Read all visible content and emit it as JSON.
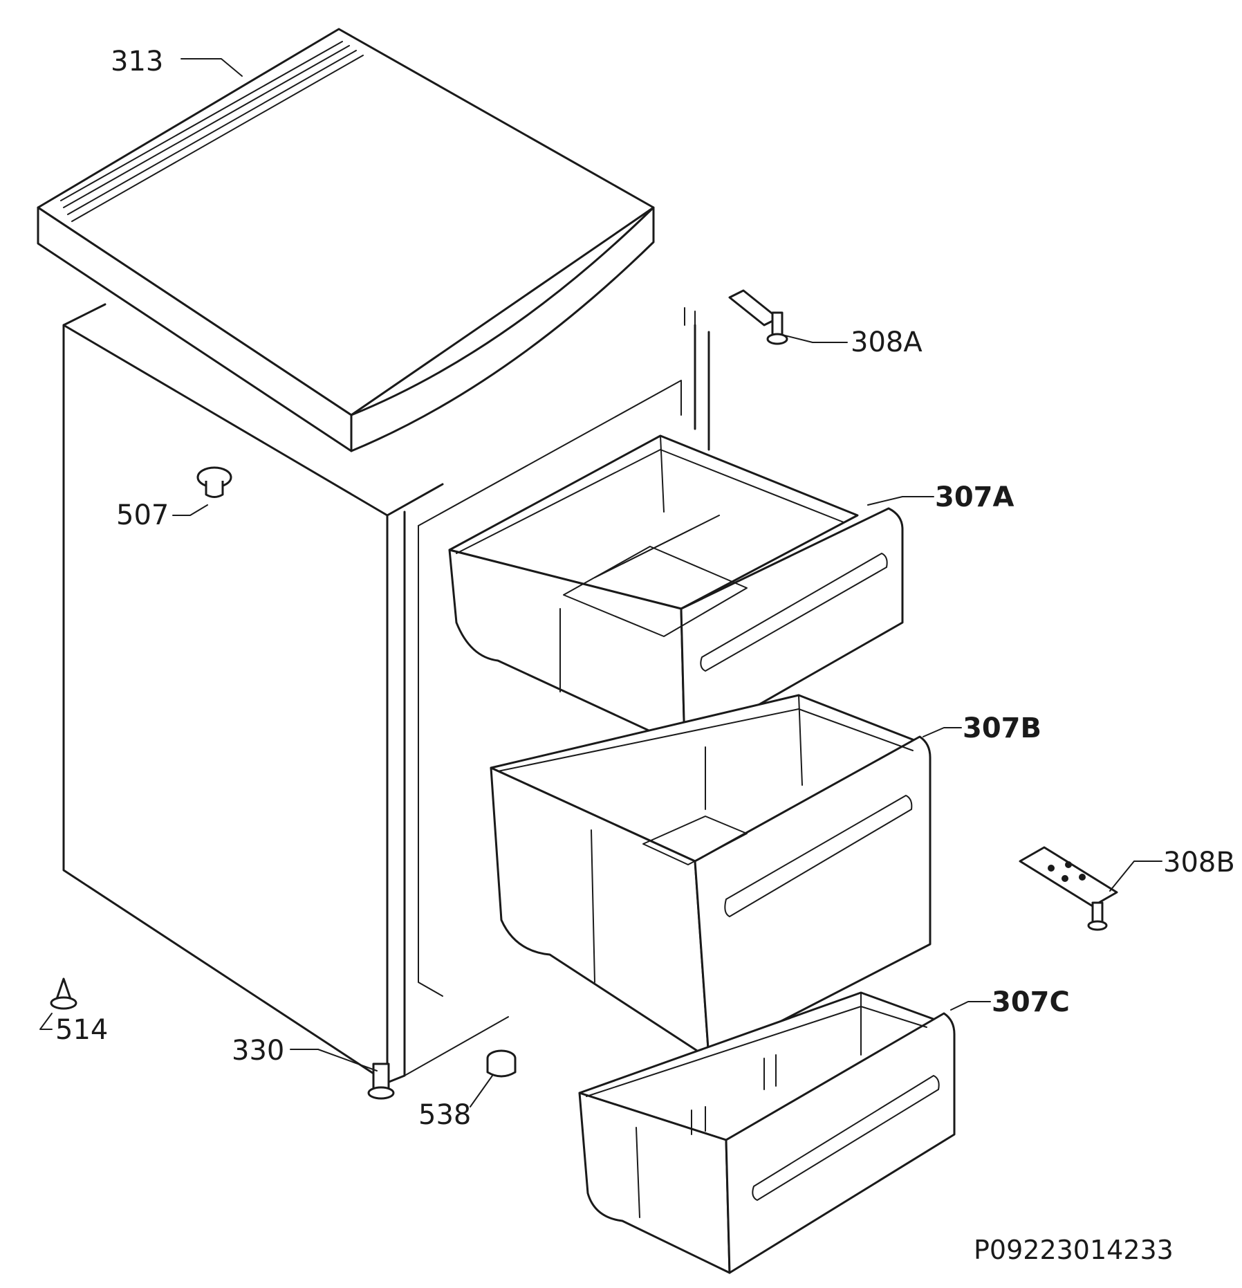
{
  "diagram": {
    "drawing_code": "P09223014233",
    "callouts": [
      {
        "id": "313",
        "text": "313"
      },
      {
        "id": "308A",
        "text": "308A"
      },
      {
        "id": "507",
        "text": "507"
      },
      {
        "id": "307A",
        "text": "307A"
      },
      {
        "id": "307B",
        "text": "307B"
      },
      {
        "id": "308B",
        "text": "308B"
      },
      {
        "id": "307C",
        "text": "307C"
      },
      {
        "id": "514",
        "text": "514"
      },
      {
        "id": "330",
        "text": "330"
      },
      {
        "id": "538",
        "text": "538"
      }
    ]
  }
}
